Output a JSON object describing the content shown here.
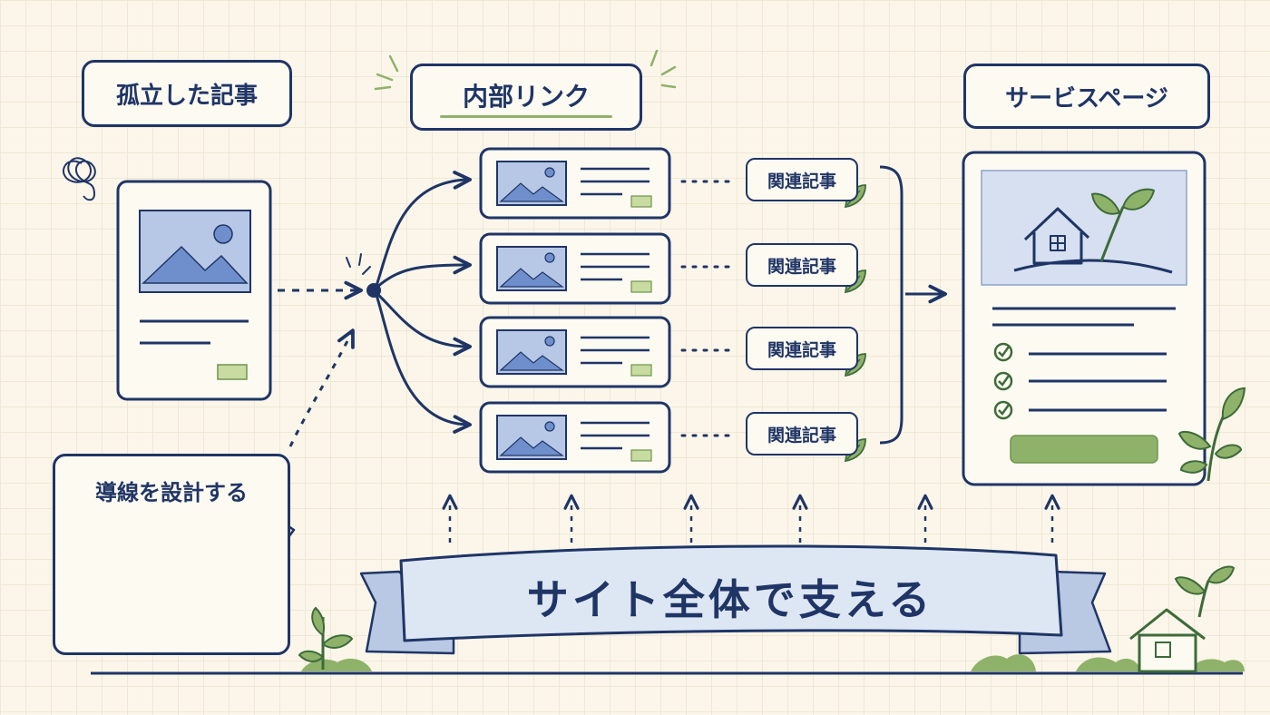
{
  "labels": {
    "isolated_article": "孤立した記事",
    "internal_link": "内部リンク",
    "service_page": "サービスページ",
    "design_flow": "導線を設計する",
    "site_support": "サイト全体で支える"
  },
  "related_articles": [
    "関連記事",
    "関連記事",
    "関連記事",
    "関連記事"
  ],
  "colors": {
    "navy": "#1f3566",
    "accent_green": "#8fb26a",
    "light_green": "#c8dba0",
    "image_fill": "#b7c7e6",
    "background": "#fbf6e9",
    "ribbon": "#dde6f3"
  },
  "icons": [
    "scribble-icon",
    "image-placeholder-icon",
    "house-icon",
    "sprout-icon",
    "check-icon",
    "map-icon",
    "pin-icon",
    "pencil-icon",
    "leaf-icon"
  ]
}
